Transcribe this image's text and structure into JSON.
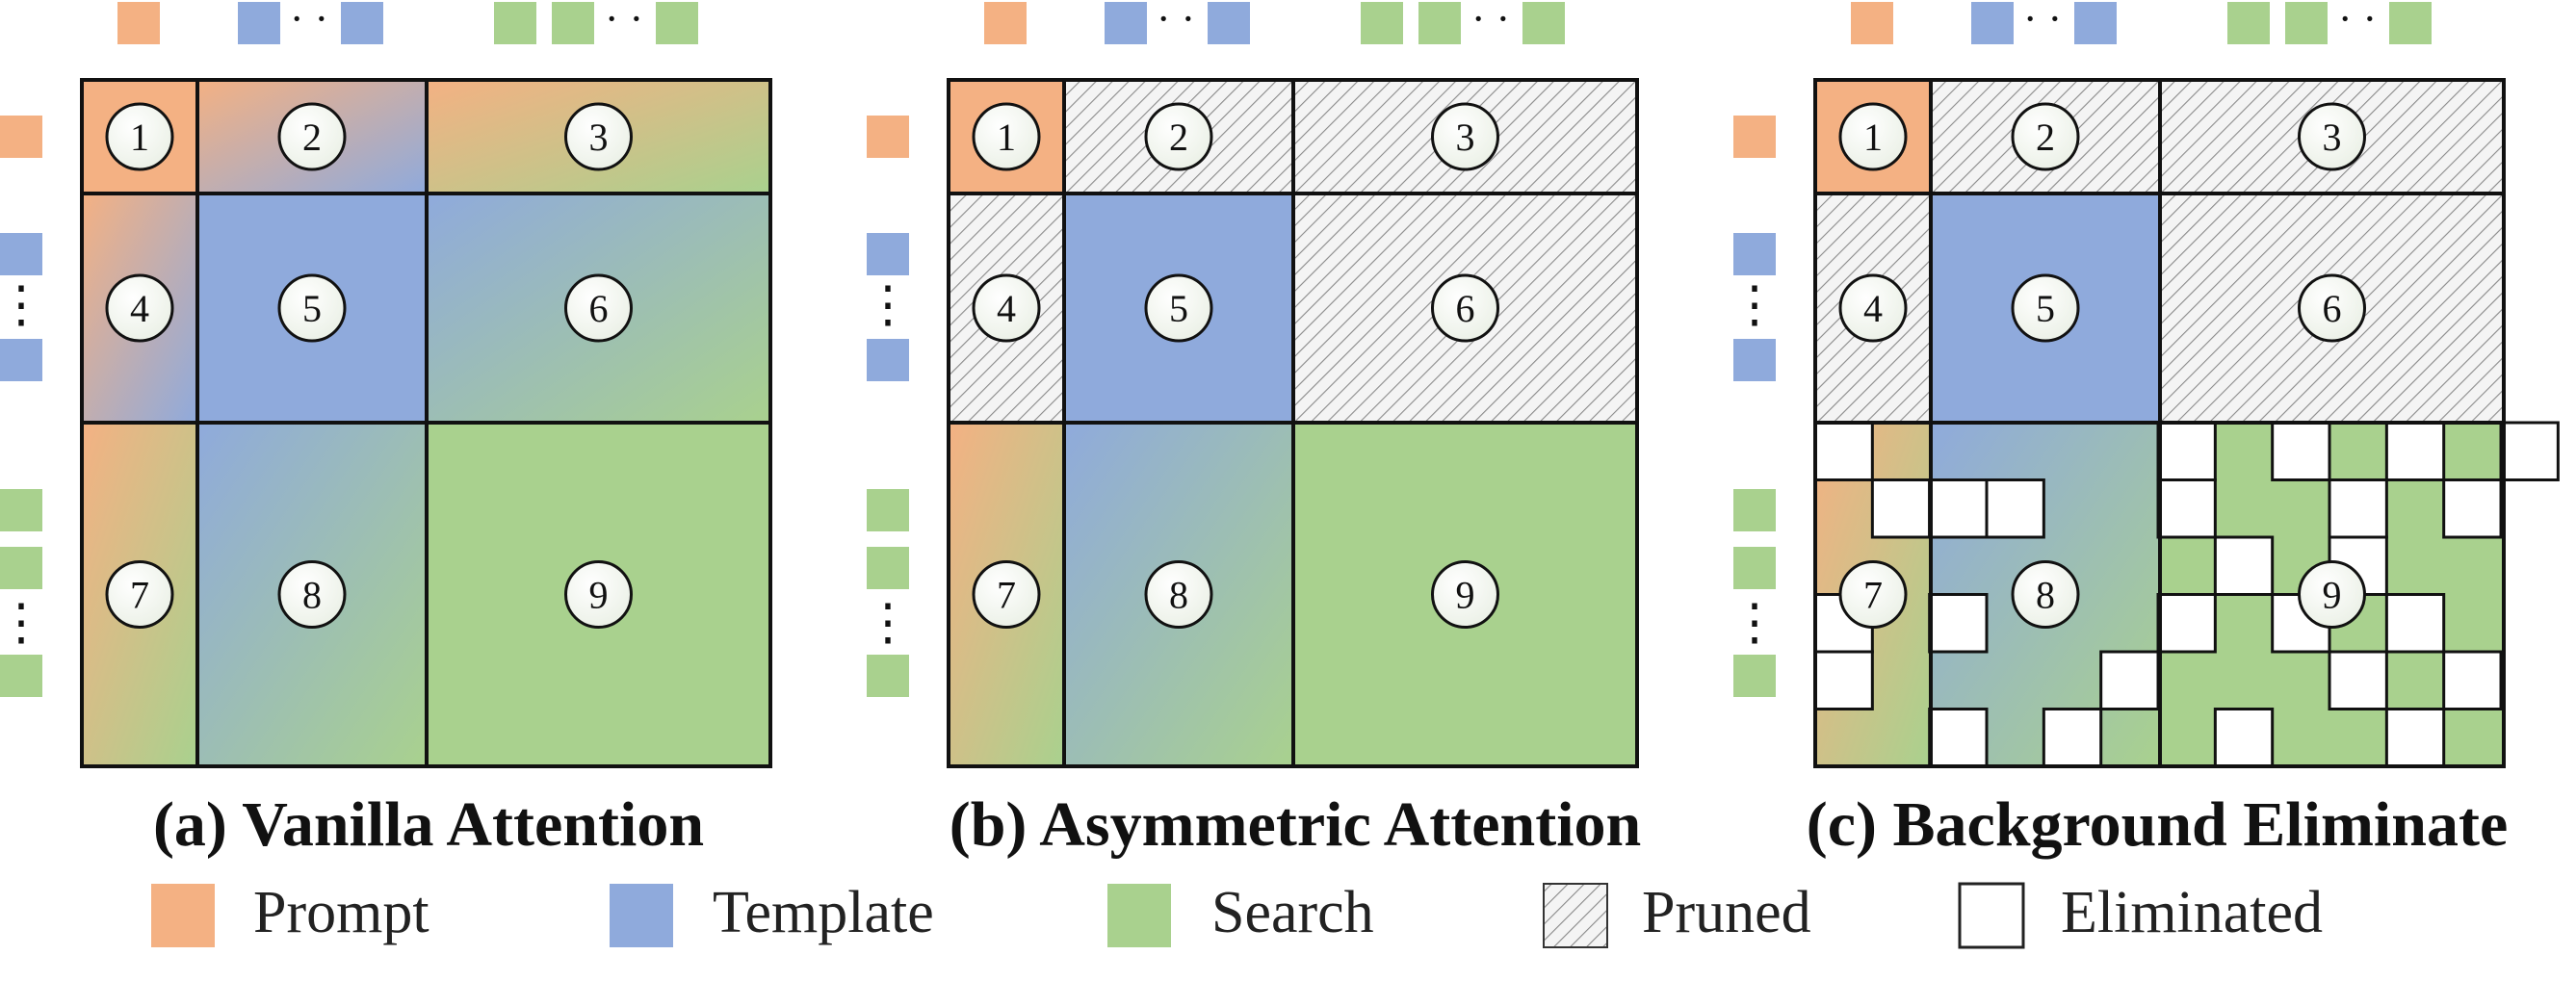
{
  "colors": {
    "prompt": "#F4B183",
    "template": "#8FAADC",
    "search": "#A9D18E",
    "eliminated": "#FFFFFF",
    "border": "#111111"
  },
  "dots": "· ·",
  "vdots": "⋮",
  "panels": [
    {
      "id": "a",
      "caption": "(a) Vanilla Attention",
      "mode": "vanilla"
    },
    {
      "id": "b",
      "caption": "(b) Asymmetric Attention",
      "mode": "asymmetric"
    },
    {
      "id": "c",
      "caption": "(c) Background Eliminate",
      "mode": "eliminate"
    }
  ],
  "cell_labels": [
    "1",
    "2",
    "3",
    "4",
    "5",
    "6",
    "7",
    "8",
    "9"
  ],
  "legend": [
    {
      "key": "prompt",
      "label": "Prompt"
    },
    {
      "key": "template",
      "label": "Template"
    },
    {
      "key": "search",
      "label": "Search"
    },
    {
      "key": "pruned",
      "label": "Pruned"
    },
    {
      "key": "eliminated",
      "label": "Eliminated"
    }
  ]
}
